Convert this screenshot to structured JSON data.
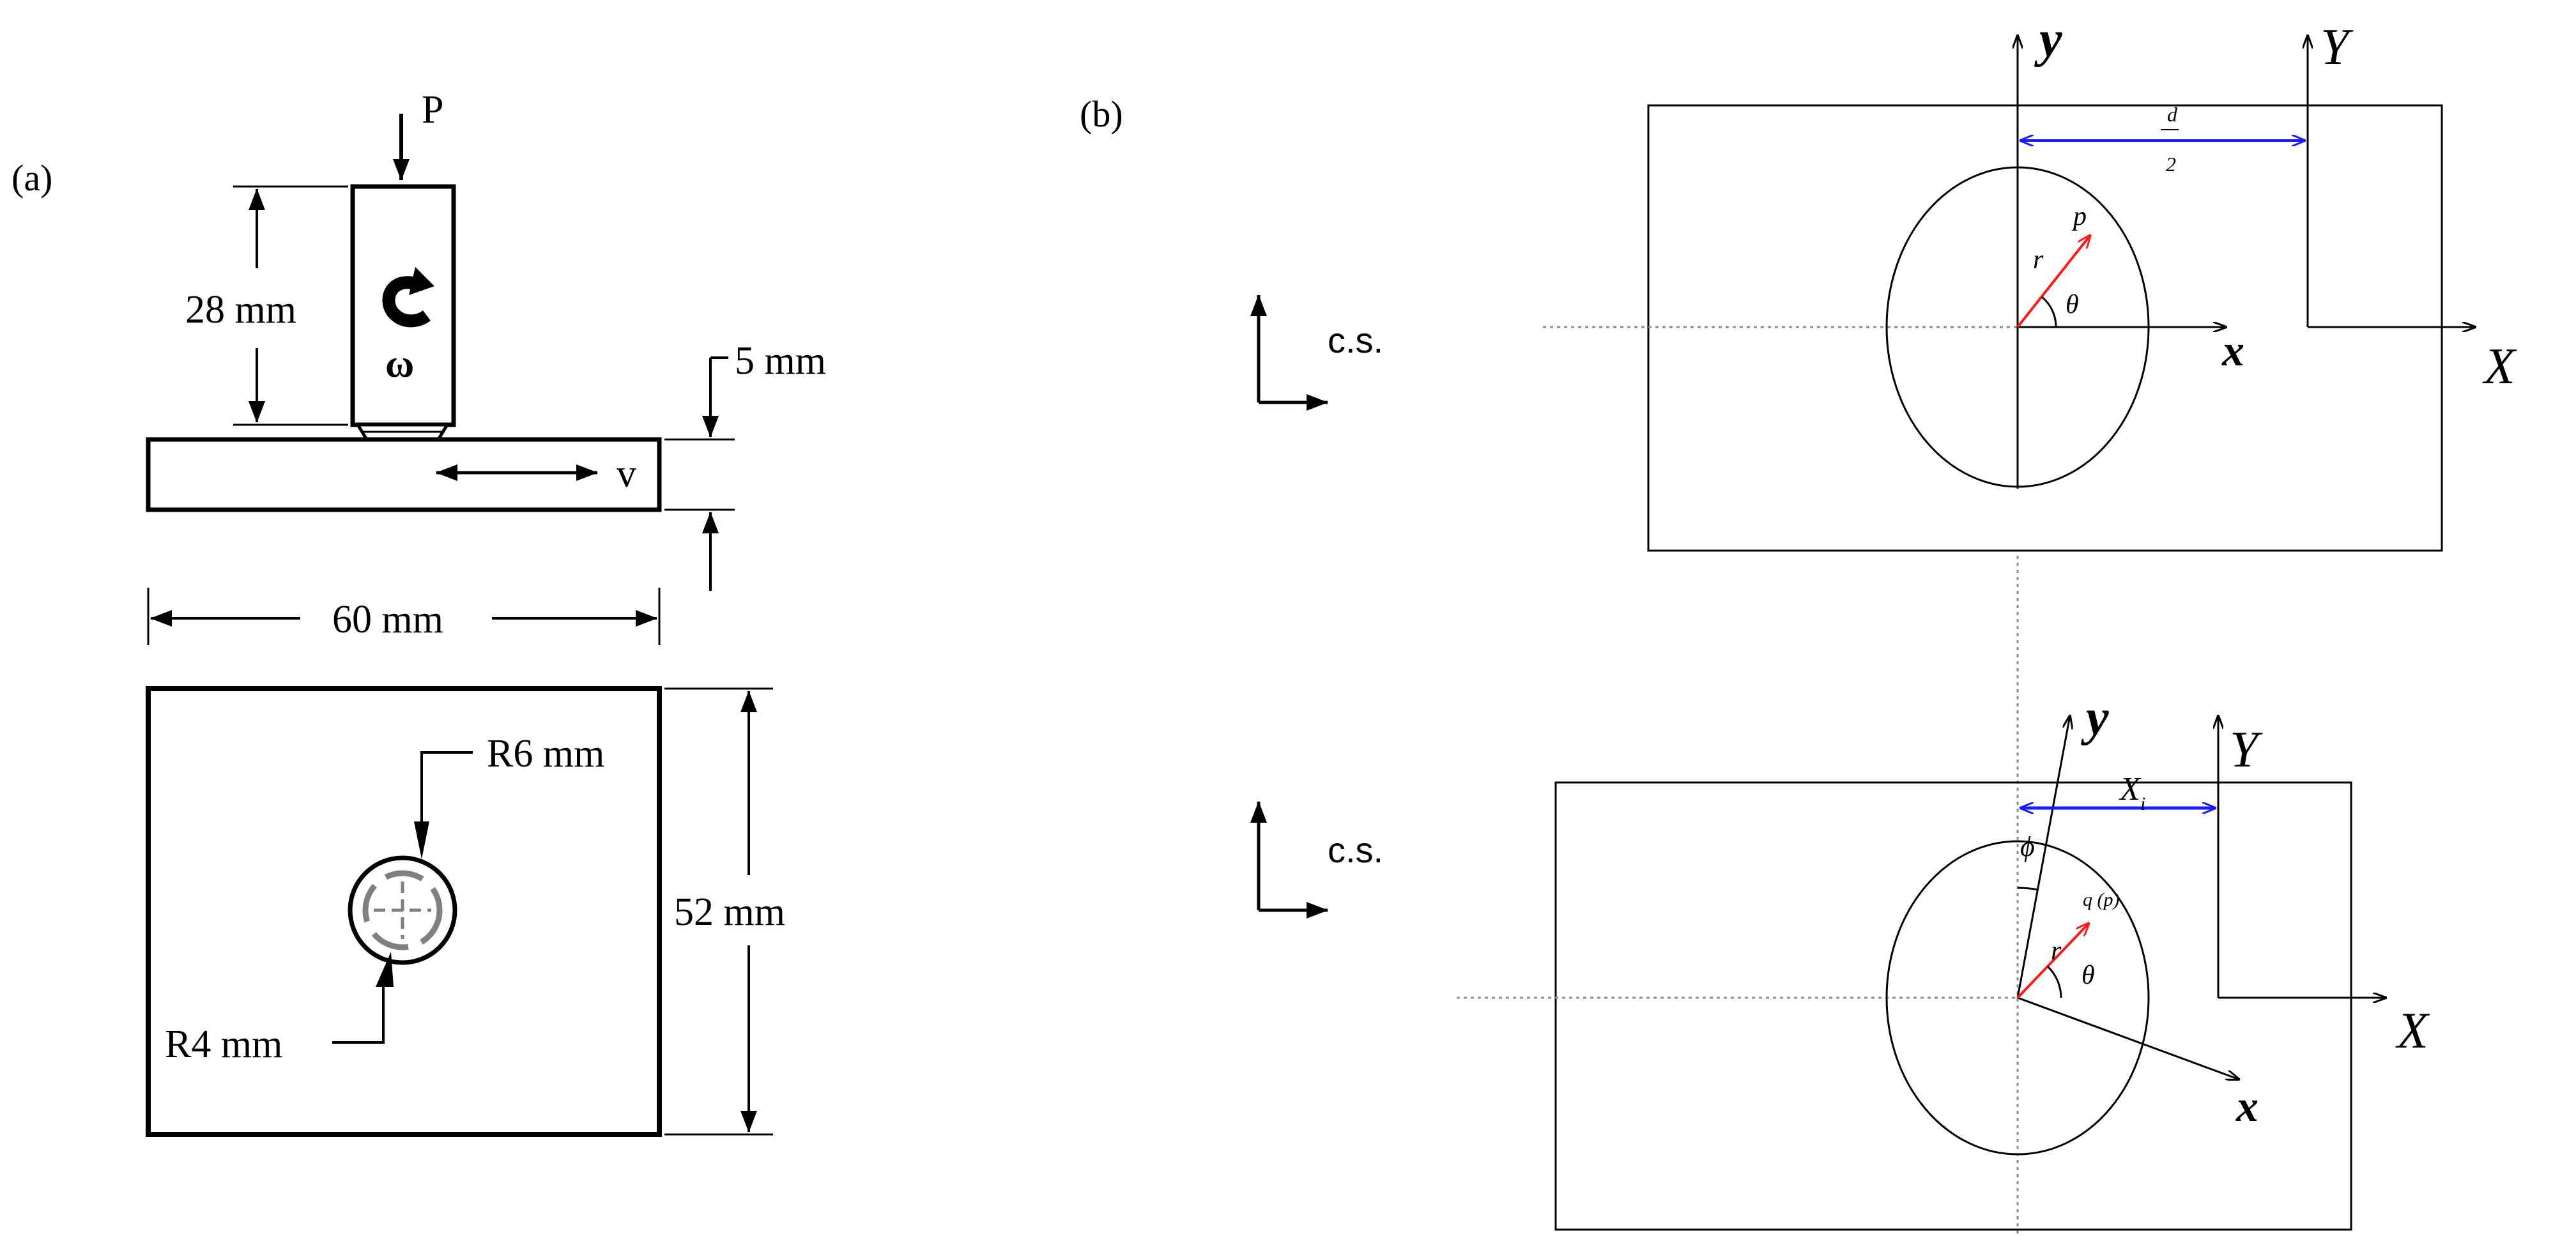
{
  "panel_a": {
    "label": "(a)",
    "force_label": "P",
    "omega_label": "ω",
    "velocity_label": "v",
    "tool_height": "28 mm",
    "plate_thickness": "5 mm",
    "plate_width": "60 mm",
    "plate_length": "52 mm",
    "shoulder_radius": "R6 mm",
    "pin_radius": "R4 mm"
  },
  "panel_b": {
    "label": "(b)",
    "top": {
      "cs_label": "c.s.",
      "local_y": "y",
      "local_x": "x",
      "global_Y": "Y",
      "global_X": "X",
      "offset_num": "d",
      "offset_den": "2",
      "radius_label": "r",
      "point_label": "p",
      "angle_label": "θ"
    },
    "bottom": {
      "cs_label": "c.s.",
      "local_y": "y",
      "local_x": "x",
      "global_Y": "Y",
      "global_X": "X",
      "offset_main": "X",
      "offset_sub": "i",
      "phi_label": "ϕ",
      "flux_label": "q (p)",
      "radius_label": "r",
      "angle_label": "θ"
    }
  },
  "colors": {
    "ink": "#000000",
    "dimension_blue": "#1a1aff",
    "vector_red": "#ff1a1a",
    "guide_gray": "#8c8c8c",
    "hatch_gray": "#808080"
  }
}
